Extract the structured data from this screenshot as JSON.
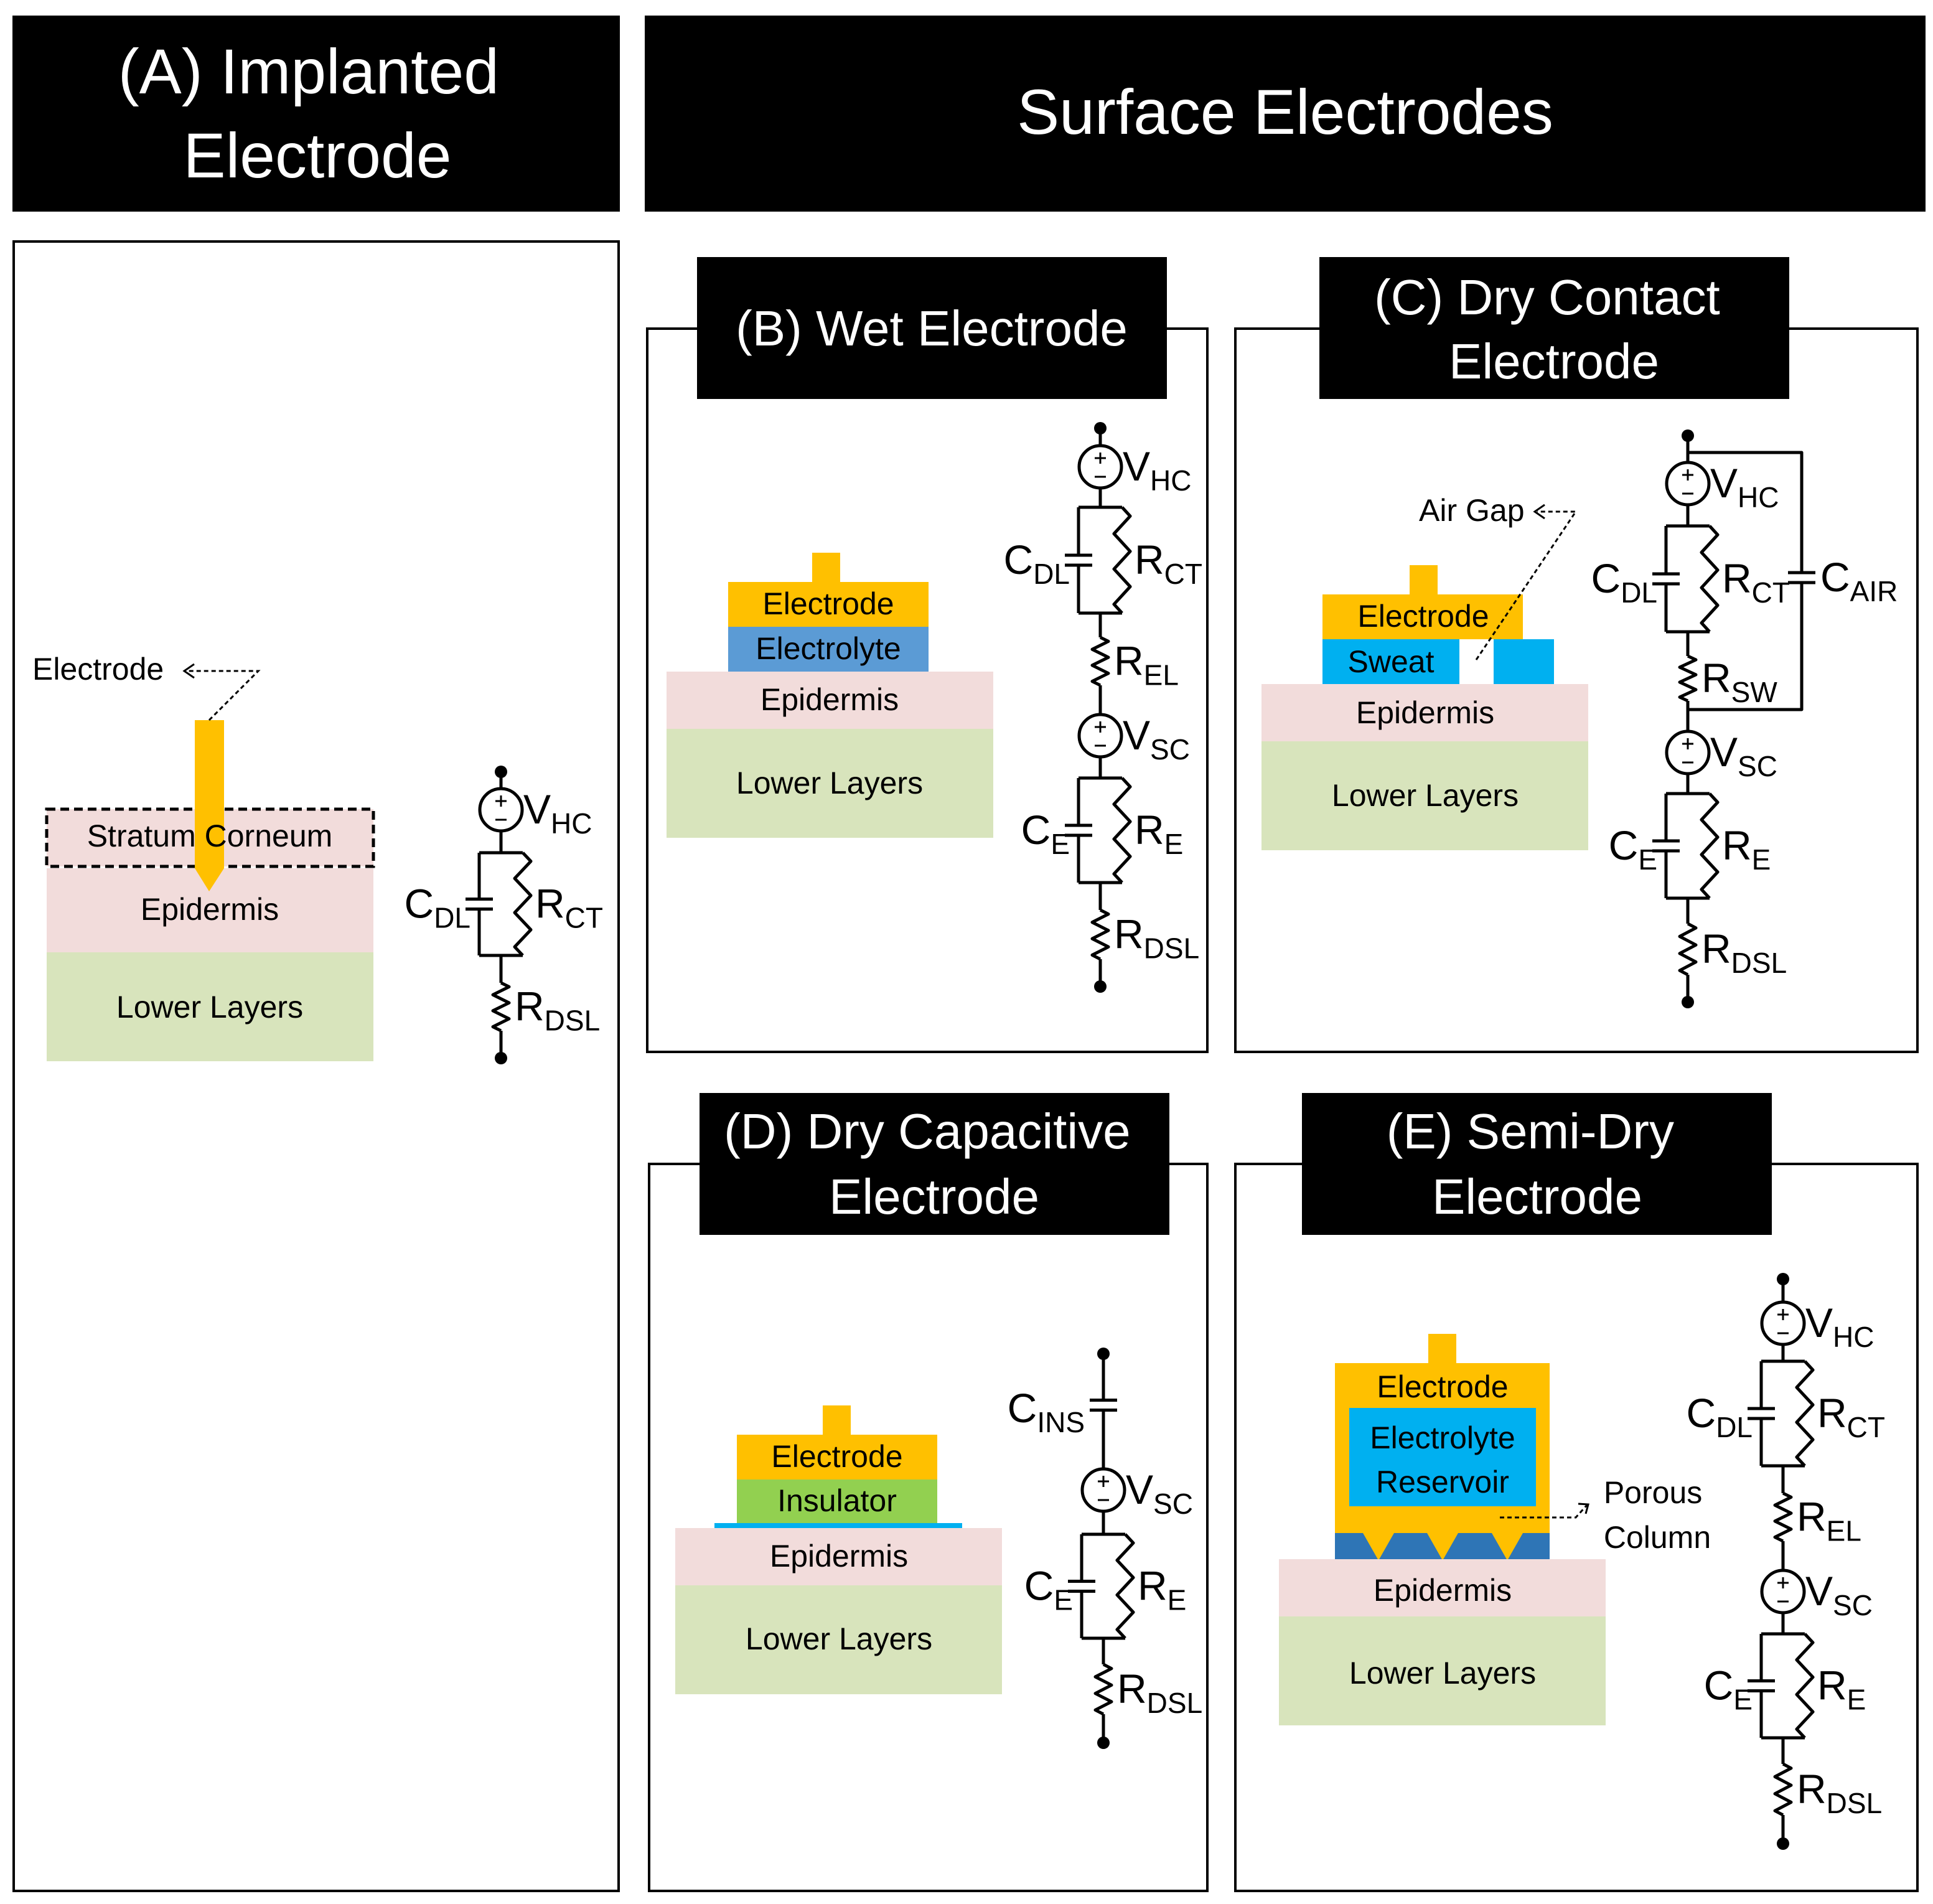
{
  "headers": {
    "implanted_title": [
      "(A) Implanted",
      "Electrode"
    ],
    "surface_title": "Surface Electrodes"
  },
  "panels": {
    "a": {
      "electrode_callout": "Electrode",
      "layers": [
        "Stratum Corneum",
        "Epidermis",
        "Lower Layers"
      ]
    },
    "b": {
      "title": [
        "(B) Wet Electrode"
      ],
      "layers": [
        "Electrode",
        "Electrolyte",
        "Epidermis",
        "Lower Layers"
      ]
    },
    "c": {
      "title": [
        "(C) Dry Contact",
        "Electrode"
      ],
      "callout": "Air Gap",
      "layers": [
        "Electrode",
        "Sweat",
        "Epidermis",
        "Lower Layers"
      ]
    },
    "d": {
      "title": [
        "(D) Dry Capacitive",
        "Electrode"
      ],
      "layers": [
        "Electrode",
        "Insulator",
        "Epidermis",
        "Lower Layers"
      ]
    },
    "e": {
      "title": [
        "(E) Semi-Dry",
        "Electrode"
      ],
      "layers": [
        "Electrode",
        "Electrolyte",
        "Reservoir",
        "Epidermis",
        "Lower Layers"
      ],
      "callout": [
        "Porous",
        "Column"
      ]
    }
  },
  "components": {
    "V_HC": [
      "V",
      "HC"
    ],
    "V_SC": [
      "V",
      "SC"
    ],
    "C_DL": [
      "C",
      "DL"
    ],
    "R_CT": [
      "R",
      "CT"
    ],
    "R_EL": [
      "R",
      "EL"
    ],
    "R_SW": [
      "R",
      "SW"
    ],
    "C_E": [
      "C",
      "E"
    ],
    "R_E": [
      "R",
      "E"
    ],
    "R_DSL": [
      "R",
      "DSL"
    ],
    "C_AIR": [
      "C",
      "AIR"
    ],
    "C_INS": [
      "C",
      "INS"
    ]
  },
  "colors": {
    "electrode": "#FFC000",
    "electrolyte": "#5B9BD5",
    "sweat": "#00B0F0",
    "epidermis": "#F2DCDB",
    "lower_layers": "#D8E4BC",
    "insulator": "#92D050",
    "porous_column": "#2E75B6",
    "header_bg": "#000000",
    "header_text": "#FFFFFF"
  }
}
